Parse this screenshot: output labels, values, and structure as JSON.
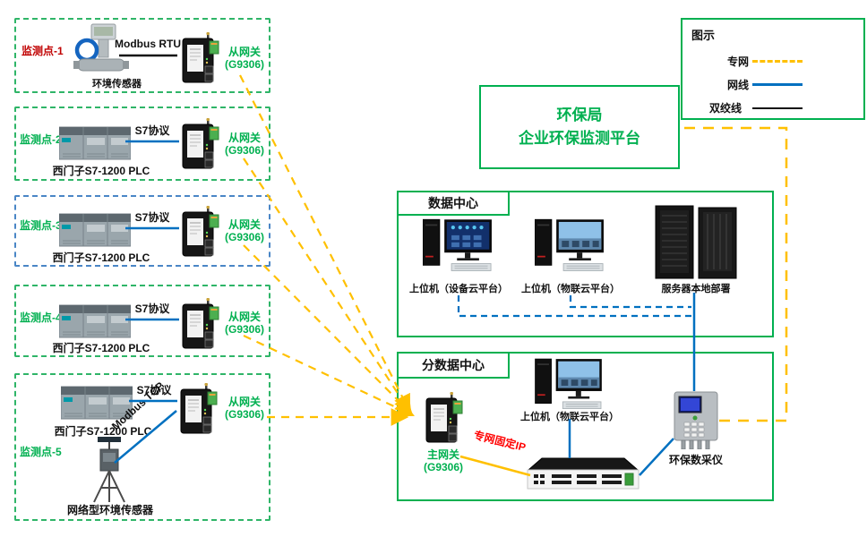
{
  "colors": {
    "green": "#00B050",
    "orange_vpn": "#FFC000",
    "blue_lan": "#0070C0",
    "red_label": "#FF0000",
    "dark_red_point": "#C00000",
    "blue_box_border": "#4A86C6"
  },
  "legend": {
    "title": "图示",
    "items": [
      {
        "label": "专网",
        "style": "dashed-orange"
      },
      {
        "label": "网线",
        "style": "solid-blue"
      },
      {
        "label": "双绞线",
        "style": "solid-black"
      }
    ]
  },
  "platform": {
    "line1": "环保局",
    "line2": "企业环保监测平台"
  },
  "points": [
    {
      "name": "监测点-1",
      "device": "环境传感器",
      "protocol": "Modbus RTU",
      "gw": "从网关",
      "gw_model": "(G9306)"
    },
    {
      "name": "监测点-2",
      "device": "西门子S7-1200 PLC",
      "protocol": "S7协议",
      "gw": "从网关",
      "gw_model": "(G9306)"
    },
    {
      "name": "监测点-3",
      "device": "西门子S7-1200 PLC",
      "protocol": "S7协议",
      "gw": "从网关",
      "gw_model": "(G9306)"
    },
    {
      "name": "监测点-4",
      "device": "西门子S7-1200 PLC",
      "protocol": "S7协议",
      "gw": "从网关",
      "gw_model": "(G9306)"
    },
    {
      "name": "监测点-5",
      "device": "西门子S7-1200 PLC",
      "device2": "网络型环境传感器",
      "protocol": "S7协议",
      "protocol2": "Modbus TCP",
      "gw": "从网关",
      "gw_model": "(G9306)"
    }
  ],
  "data_center": {
    "title": "数据中心",
    "pc1": "上位机（设备云平台）",
    "pc2": "上位机（物联云平台）",
    "server": "服务器本地部署"
  },
  "branch": {
    "title": "分数据中心",
    "gw": "主网关",
    "gw_model": "(G9306)",
    "link_label": "专网固定IP",
    "pc": "上位机（物联云平台）",
    "daq": "环保数采仪"
  }
}
